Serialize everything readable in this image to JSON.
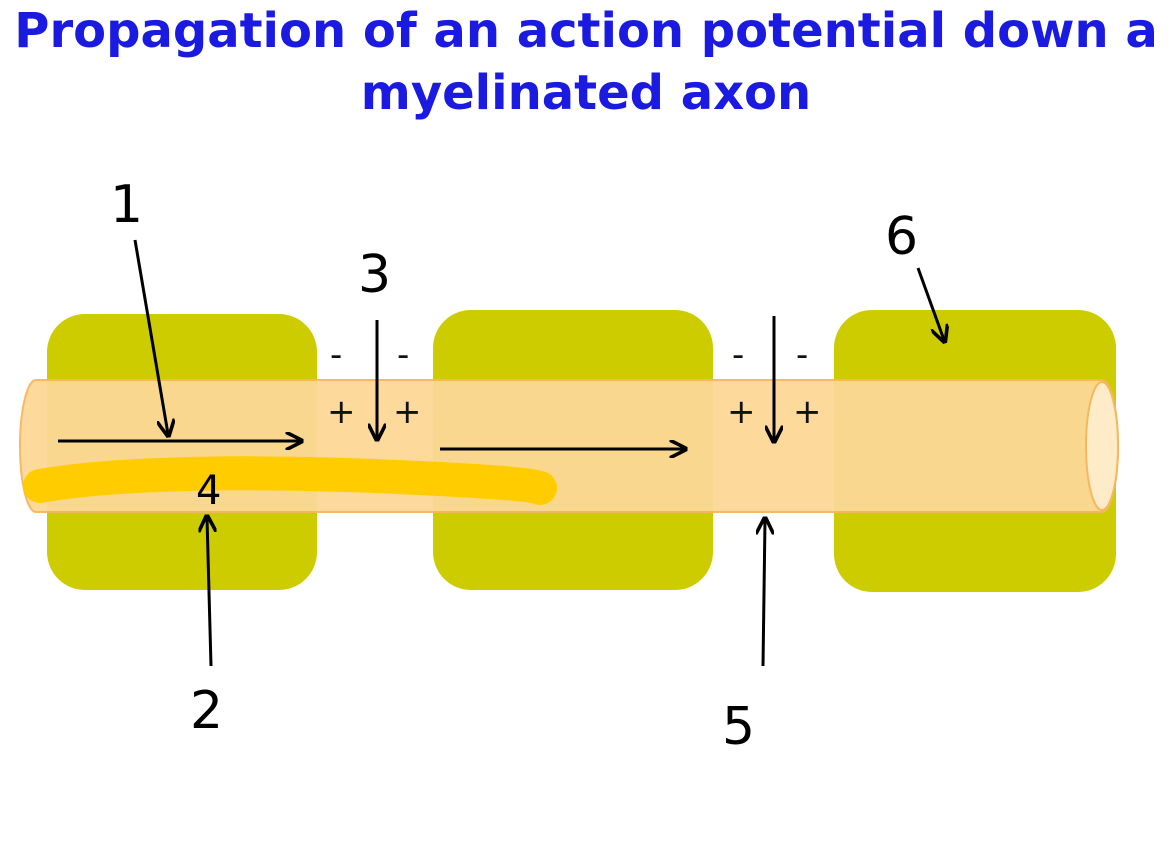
{
  "title": {
    "line1": "Propagation of an action potential down a",
    "line2": "myelinated axon"
  },
  "colors": {
    "title": "#1a1ae0",
    "myelin": "#cccc00",
    "axon": "#fdd896",
    "axon_edge": "#f5b760",
    "highlight": "#ffcc00",
    "arrows": "#000000"
  },
  "node_signs": {
    "node_a": {
      "minus_left": "-",
      "minus_right": "-",
      "plus_left": "+",
      "plus_right": "+"
    },
    "node_b": {
      "minus_left": "-",
      "minus_right": "-",
      "plus_left": "+",
      "plus_right": "+"
    }
  },
  "labels": {
    "l1": "1",
    "l2": "2",
    "l3": "3",
    "l4": "4",
    "l5": "5",
    "l6": "6"
  }
}
